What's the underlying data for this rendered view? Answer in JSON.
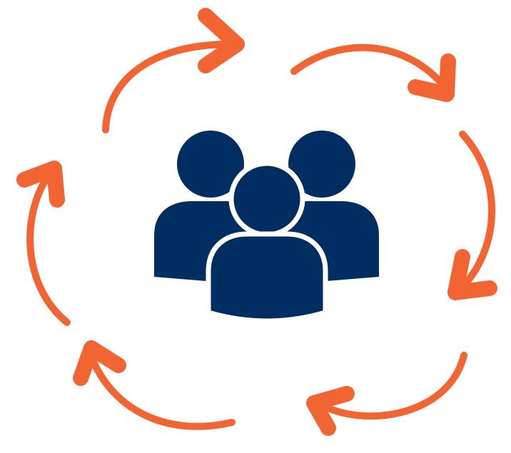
{
  "graphic": {
    "subject": "people-group-icon",
    "cycle_icon": "circular-arrows-icon",
    "colors": {
      "background": "#ffffff",
      "people": "#002d62",
      "arrows": "#f26532"
    },
    "people_count": 3,
    "arrow_count": 6,
    "arrow_direction": "clockwise"
  }
}
